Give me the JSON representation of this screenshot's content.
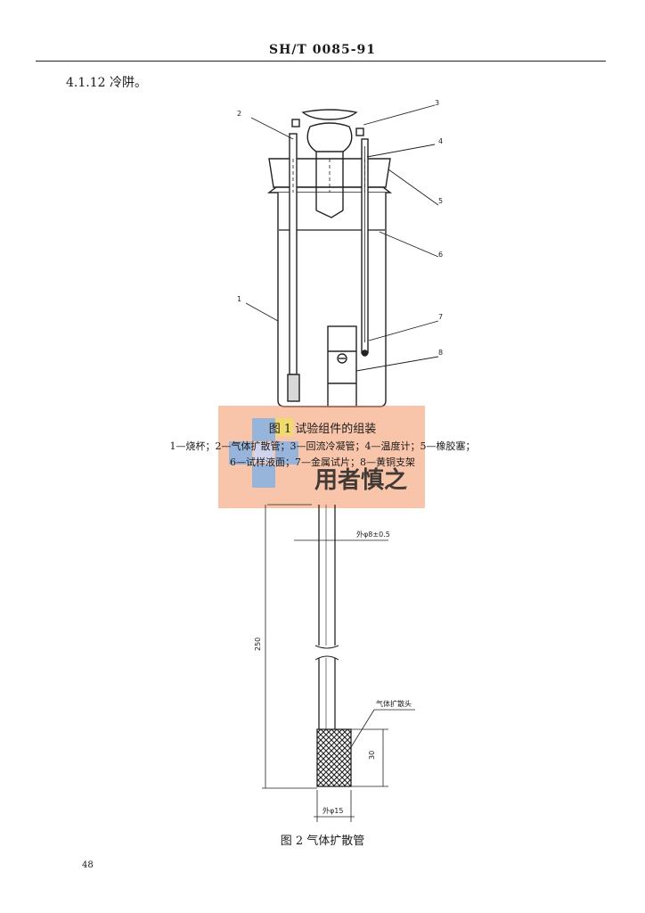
{
  "header": {
    "code": "SH/T 0085-91"
  },
  "section": {
    "label": "4.1.12  冷阱。"
  },
  "figure1": {
    "callouts": [
      "1",
      "2",
      "3",
      "4",
      "5",
      "6",
      "7",
      "8"
    ],
    "caption": "图 1   试验组件的组装",
    "legend_line1": "1—烧杯；2—气体扩散管；3—回流冷凝管；4—温度计；5—橡胶塞；",
    "legend_line2": "6—试样液面；7—金属试片；8—黄铜支架"
  },
  "watermark": {
    "text": "用者慎之",
    "color": "#f49664"
  },
  "figure2": {
    "dim_outer_diameter": "外φ8±0.5",
    "dim_length": "250",
    "label_head": "气体扩散头",
    "dim_head_height": "30",
    "dim_head_diameter": "外φ15",
    "caption": "图 2   气体扩散管"
  },
  "page": {
    "number": "48"
  }
}
